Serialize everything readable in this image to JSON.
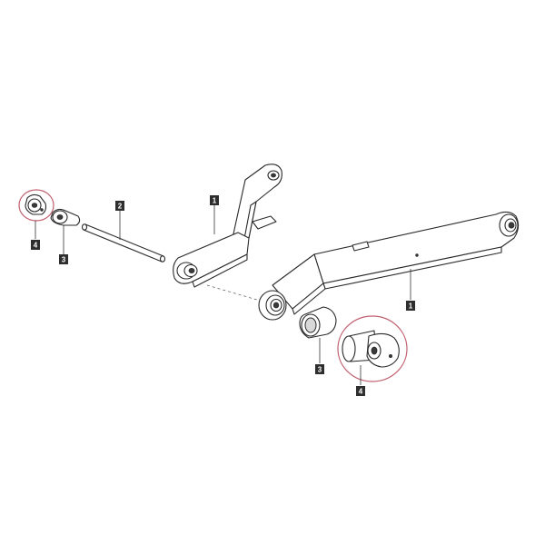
{
  "callouts": [
    {
      "id": "left-arm",
      "label": "1"
    },
    {
      "id": "right-arm",
      "label": "1"
    },
    {
      "id": "pin",
      "label": "2"
    },
    {
      "id": "left-bushing",
      "label": "3"
    },
    {
      "id": "right-bushing",
      "label": "3"
    },
    {
      "id": "left-fitting",
      "label": "4"
    },
    {
      "id": "right-fitting",
      "label": "4"
    }
  ],
  "highlight_color": "#c06070"
}
